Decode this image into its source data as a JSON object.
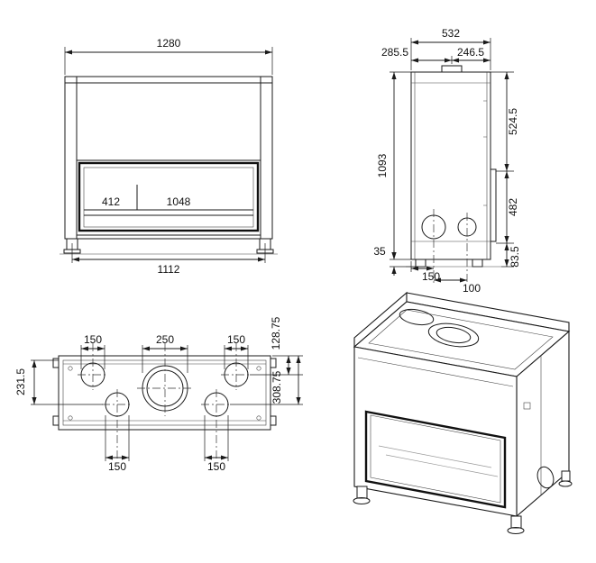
{
  "page": {
    "background": "#ffffff",
    "line_color": "#1a1a1a"
  },
  "views": {
    "front": {
      "dims": {
        "overall_width": "1280",
        "left_inset": "412",
        "opening_width": "1048",
        "base_width": "1112"
      }
    },
    "side": {
      "dims": {
        "overall_depth": "532",
        "rear_to_flue_centre": "285.5",
        "flue_centre_to_front": "246.5",
        "overall_height": "1093",
        "foot_height": "35",
        "upper_section": "524.5",
        "middle_section": "482",
        "lower_section": "83.5",
        "connection_left": "150",
        "connection_right": "100"
      }
    },
    "top": {
      "dims": {
        "duct_left": "150",
        "flue": "250",
        "duct_right": "150",
        "offset_left": "231.5",
        "offset_right_upper": "128.75",
        "offset_right_lower": "308.75",
        "duct_front_left": "150",
        "duct_front_right": "150"
      }
    }
  }
}
